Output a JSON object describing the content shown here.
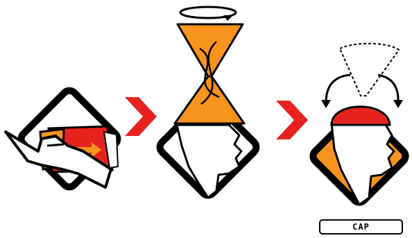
{
  "steps": [
    {
      "id": "unwrap",
      "description_icon": "hand-pulling-tab-icon"
    },
    {
      "id": "twist",
      "description_icon": "twist-bag-icon"
    },
    {
      "id": "remove-cap",
      "description_icon": "cap-removal-icon"
    }
  ],
  "cap_label": "CAP",
  "colors": {
    "orange": "#F7941D",
    "red": "#E8231F",
    "black": "#000000",
    "white": "#FFFFFF"
  }
}
